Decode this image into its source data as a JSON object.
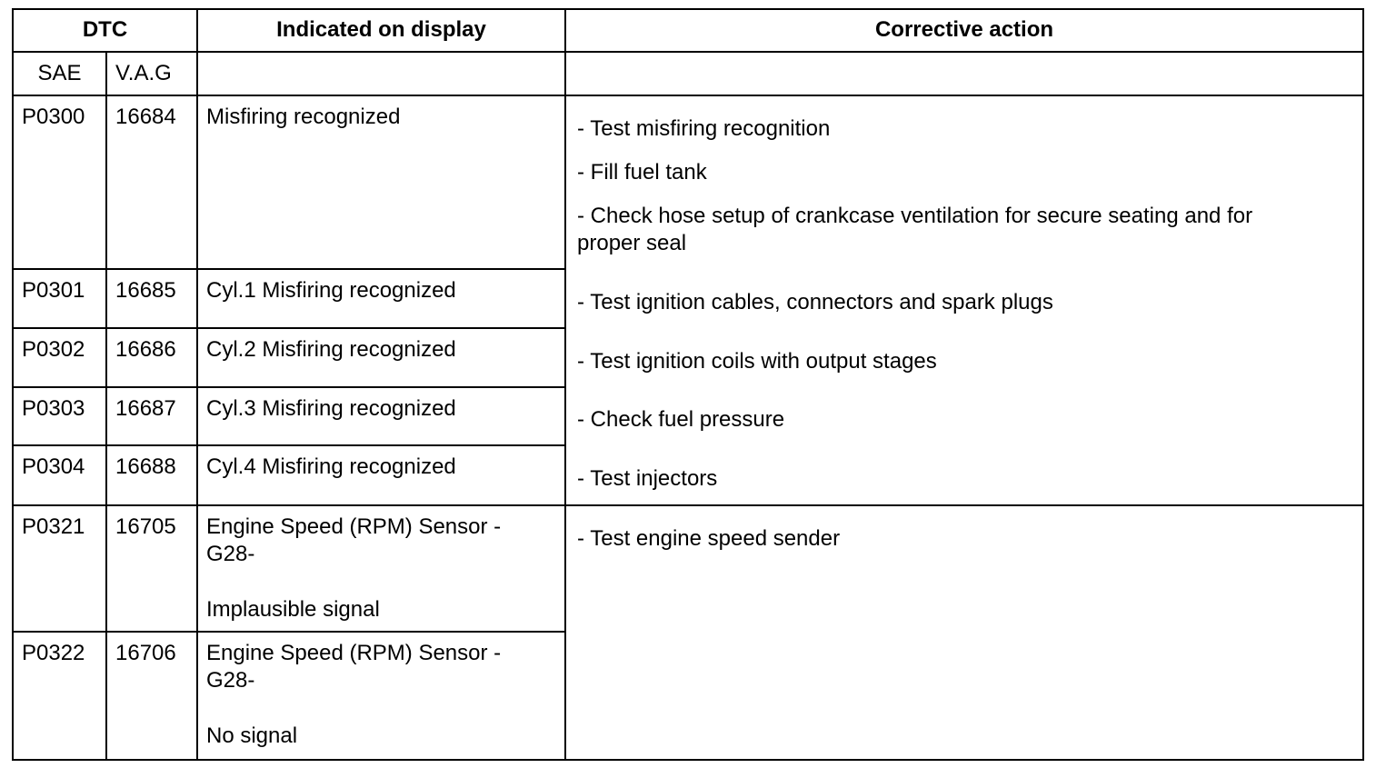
{
  "header": {
    "dtc": "DTC",
    "indicated": "Indicated on display",
    "corrective": "Corrective action"
  },
  "subheader": {
    "sae": "SAE",
    "vag": "V.A.G"
  },
  "rows": [
    {
      "sae": "P0300",
      "vag": "16684",
      "display": "Misfiring recognized"
    },
    {
      "sae": "P0301",
      "vag": "16685",
      "display": "Cyl.1 Misfiring recognized"
    },
    {
      "sae": "P0302",
      "vag": "16686",
      "display": "Cyl.2 Misfiring recognized"
    },
    {
      "sae": "P0303",
      "vag": "16687",
      "display": "Cyl.3 Misfiring recognized"
    },
    {
      "sae": "P0304",
      "vag": "16688",
      "display": "Cyl.4 Misfiring recognized"
    },
    {
      "sae": "P0321",
      "vag": "16705",
      "display_line1": "Engine Speed (RPM) Sensor -",
      "display_line2": "G28-",
      "display_line3": "Implausible signal"
    },
    {
      "sae": "P0322",
      "vag": "16706",
      "display_line1": "Engine Speed (RPM) Sensor -",
      "display_line2": "G28-",
      "display_line3": "No signal"
    }
  ],
  "actions_misfire": [
    "- Test misfiring recognition",
    "- Fill fuel tank",
    "- Check hose setup of crankcase ventilation for secure seating and for",
    "proper seal",
    "- Test ignition cables, connectors and spark plugs",
    "- Test ignition coils with output stages",
    "- Check fuel pressure",
    "- Test injectors"
  ],
  "actions_speed": [
    "- Test engine speed sender"
  ]
}
